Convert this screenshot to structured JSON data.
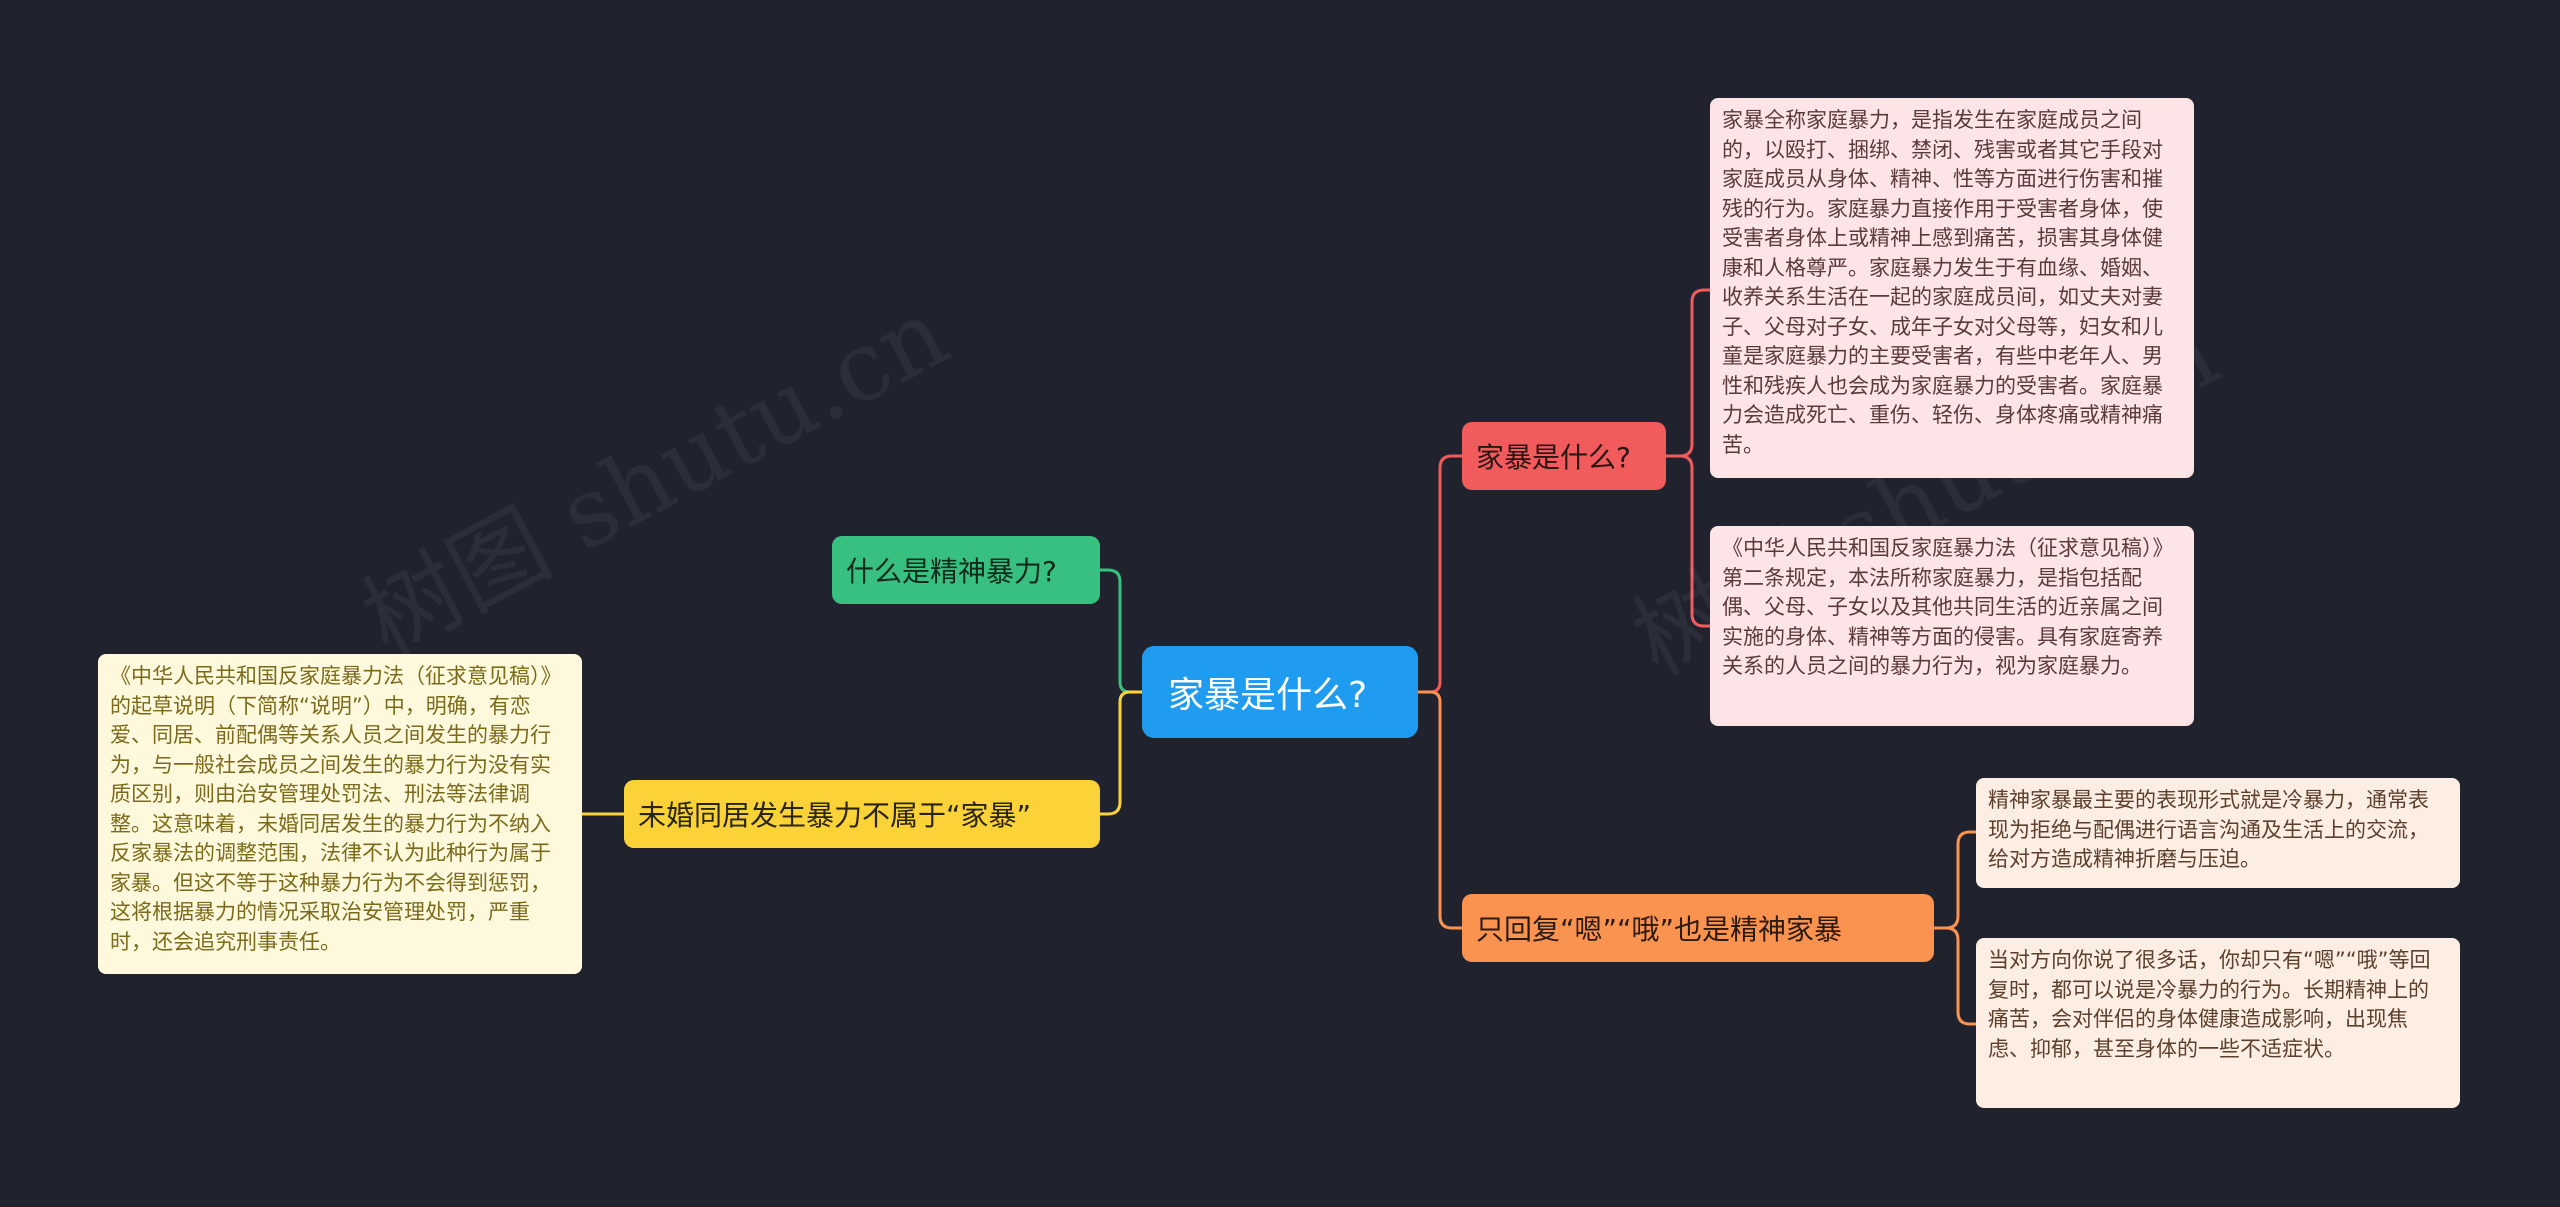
{
  "watermark": "树图 shutu.cn",
  "root": {
    "label": "家暴是什么?"
  },
  "right": {
    "what": {
      "label": "家暴是什么?",
      "notes": [
        "家暴全称家庭暴力，是指发生在家庭成员之间的，以殴打、捆绑、禁闭、残害或者其它手段对家庭成员从身体、精神、性等方面进行伤害和摧残的行为。家庭暴力直接作用于受害者身体，使受害者身体上或精神上感到痛苦，损害其身体健康和人格尊严。家庭暴力发生于有血缘、婚姻、收养关系生活在一起的家庭成员间，如丈夫对妻子、父母对子女、成年子女对父母等，妇女和儿童是家庭暴力的主要受害者，有些中老年人、男性和残疾人也会成为家庭暴力的受害者。家庭暴力会造成死亡、重伤、轻伤、身体疼痛或精神痛苦。",
        "《中华人民共和国反家庭暴力法（征求意见稿）》第二条规定，本法所称家庭暴力，是指包括配偶、父母、子女以及其他共同生活的近亲属之间实施的身体、精神等方面的侵害。具有家庭寄养关系的人员之间的暴力行为，视为家庭暴力。"
      ]
    },
    "reply": {
      "label": "只回复“嗯”“哦”也是精神家暴",
      "notes": [
        "精神家暴最主要的表现形式就是冷暴力，通常表现为拒绝与配偶进行语言沟通及生活上的交流，给对方造成精神折磨与压迫。",
        "当对方向你说了很多话，你却只有“嗯”“哦”等回复时，都可以说是冷暴力的行为。长期精神上的痛苦，会对伴侣的身体健康造成影响，出现焦虑、抑郁，甚至身体的一些不适症状。"
      ]
    }
  },
  "left": {
    "mental": {
      "label": "什么是精神暴力?"
    },
    "cohabit": {
      "label": "未婚同居发生暴力不属于“家暴”",
      "note": "《中华人民共和国反家庭暴力法（征求意见稿）》的起草说明（下简称“说明”）中，明确，有恋爱、同居、前配偶等关系人员之间发生的暴力行为，与一般社会成员之间发生的暴力行为没有实质区别，则由治安管理处罚法、刑法等法律调整。这意味着，未婚同居发生的暴力行为不纳入反家暴法的调整范围，法律不认为此种行为属于家暴。但这不等于这种暴力行为不会得到惩罚，这将根据暴力的情况采取治安管理处罚，严重时，还会追究刑事责任。"
    }
  },
  "colors": {
    "root": "#1f9bf0",
    "red": "#f15b5b",
    "orange": "#fb9350",
    "green": "#37c07f",
    "yellow": "#fbd339"
  }
}
